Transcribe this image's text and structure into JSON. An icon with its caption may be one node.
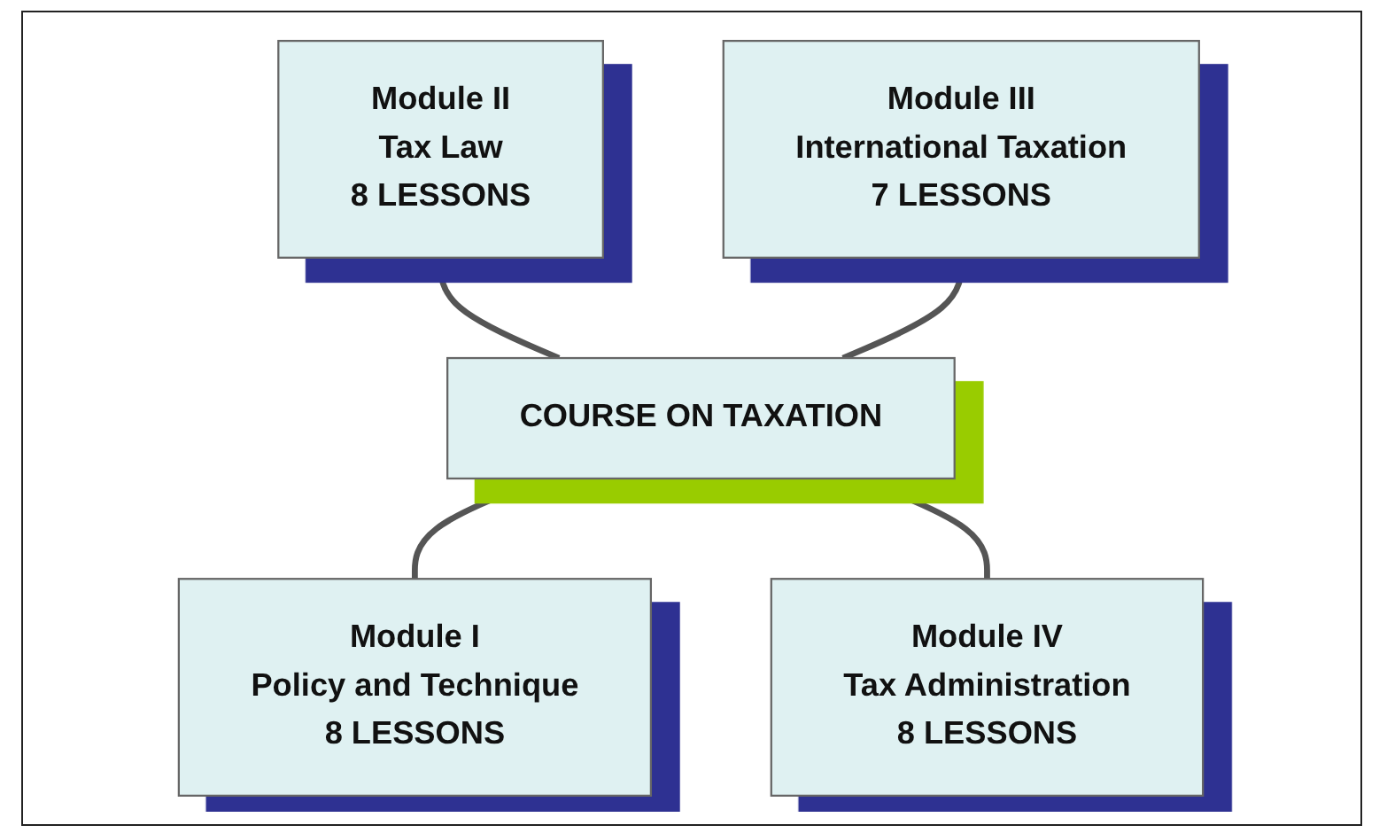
{
  "diagram": {
    "nodes": [
      {
        "text": [
          "Module II",
          "Tax Law",
          "8 LESSONS"
        ]
      },
      {
        "text": [
          "Module III",
          "International Taxation",
          "7 LESSONS"
        ]
      },
      {
        "text": [
          "COURSE ON TAXATION"
        ]
      },
      {
        "text": [
          "Module I",
          "Policy and Technique",
          "8 LESSONS"
        ]
      },
      {
        "text": [
          "Module IV",
          "Tax Administration",
          "8 LESSONS"
        ]
      }
    ],
    "edges": [
      {
        "from": 0,
        "to": 2,
        "arrow": "none"
      },
      {
        "from": 1,
        "to": 2,
        "arrow": "none"
      },
      {
        "from": 2,
        "to": 3,
        "arrow": "none"
      },
      {
        "from": 2,
        "to": 4,
        "arrow": "none"
      }
    ]
  }
}
